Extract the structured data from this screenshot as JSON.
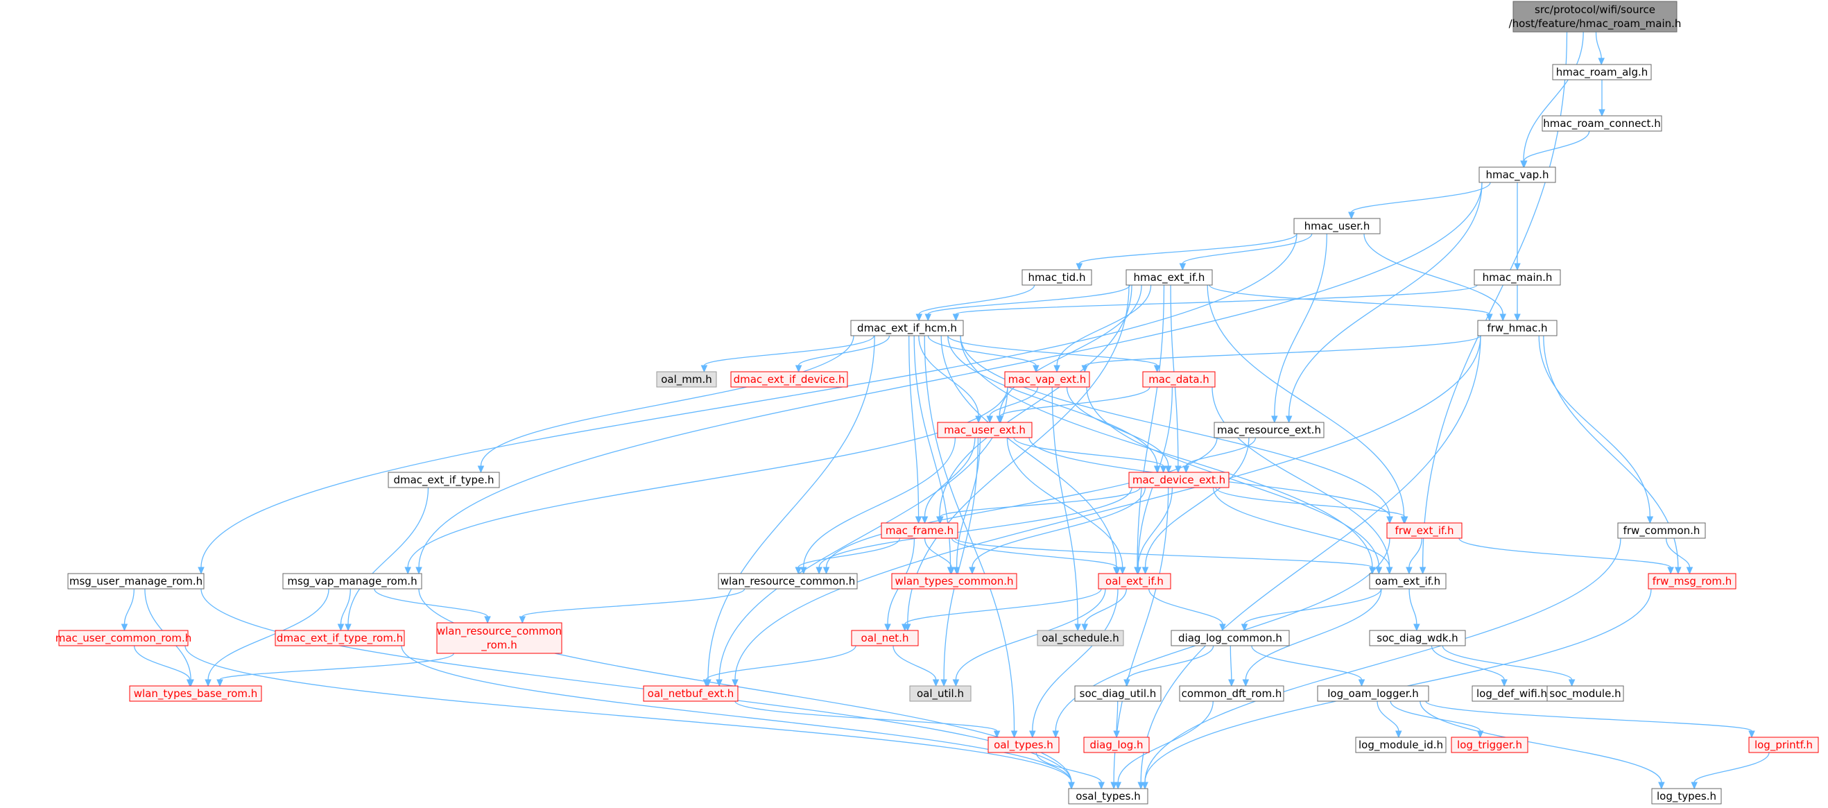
{
  "diagram": {
    "style": {
      "edge_color": "#63b8ff",
      "root_fill": "#999999",
      "root_border": "#666666",
      "normal_fill": "#ffffff",
      "normal_border": "#666666",
      "normal_text": "#000000",
      "external_fill": "#fff0f0",
      "external_border": "#ff0000",
      "external_text": "#ff0000",
      "system_fill": "#e0e0e0",
      "system_border": "#999999",
      "system_text": "#000000"
    },
    "nodes": [
      {
        "id": "root",
        "lines": [
          "src/protocol/wifi/source",
          "/host/feature/hmac_roam_main.h"
        ],
        "kind": "root"
      },
      {
        "id": "hmac_roam_alg",
        "lines": [
          "hmac_roam_alg.h"
        ],
        "kind": "normal"
      },
      {
        "id": "hmac_roam_connect",
        "lines": [
          "hmac_roam_connect.h"
        ],
        "kind": "normal"
      },
      {
        "id": "hmac_vap",
        "lines": [
          "hmac_vap.h"
        ],
        "kind": "normal"
      },
      {
        "id": "hmac_user",
        "lines": [
          "hmac_user.h"
        ],
        "kind": "normal"
      },
      {
        "id": "hmac_tid",
        "lines": [
          "hmac_tid.h"
        ],
        "kind": "normal"
      },
      {
        "id": "hmac_ext_if",
        "lines": [
          "hmac_ext_if.h"
        ],
        "kind": "normal"
      },
      {
        "id": "hmac_main",
        "lines": [
          "hmac_main.h"
        ],
        "kind": "normal"
      },
      {
        "id": "dmac_ext_if_hcm",
        "lines": [
          "dmac_ext_if_hcm.h"
        ],
        "kind": "normal"
      },
      {
        "id": "frw_hmac",
        "lines": [
          "frw_hmac.h"
        ],
        "kind": "normal"
      },
      {
        "id": "oal_mm",
        "lines": [
          "oal_mm.h"
        ],
        "kind": "system"
      },
      {
        "id": "dmac_ext_if_device",
        "lines": [
          "dmac_ext_if_device.h"
        ],
        "kind": "external"
      },
      {
        "id": "mac_vap_ext",
        "lines": [
          "mac_vap_ext.h"
        ],
        "kind": "external"
      },
      {
        "id": "mac_data",
        "lines": [
          "mac_data.h"
        ],
        "kind": "external"
      },
      {
        "id": "mac_user_ext",
        "lines": [
          "mac_user_ext.h"
        ],
        "kind": "external"
      },
      {
        "id": "mac_resource_ext",
        "lines": [
          "mac_resource_ext.h"
        ],
        "kind": "normal"
      },
      {
        "id": "dmac_ext_if_type",
        "lines": [
          "dmac_ext_if_type.h"
        ],
        "kind": "normal"
      },
      {
        "id": "mac_device_ext",
        "lines": [
          "mac_device_ext.h"
        ],
        "kind": "external"
      },
      {
        "id": "frw_common",
        "lines": [
          "frw_common.h"
        ],
        "kind": "normal"
      },
      {
        "id": "mac_frame",
        "lines": [
          "mac_frame.h"
        ],
        "kind": "external"
      },
      {
        "id": "frw_ext_if",
        "lines": [
          "frw_ext_if.h"
        ],
        "kind": "external"
      },
      {
        "id": "msg_user_manage_rom",
        "lines": [
          "msg_user_manage_rom.h"
        ],
        "kind": "normal"
      },
      {
        "id": "msg_vap_manage_rom",
        "lines": [
          "msg_vap_manage_rom.h"
        ],
        "kind": "normal"
      },
      {
        "id": "wlan_resource_common",
        "lines": [
          "wlan_resource_common.h"
        ],
        "kind": "normal"
      },
      {
        "id": "wlan_types_common",
        "lines": [
          "wlan_types_common.h"
        ],
        "kind": "external"
      },
      {
        "id": "oal_ext_if",
        "lines": [
          "oal_ext_if.h"
        ],
        "kind": "external"
      },
      {
        "id": "oam_ext_if",
        "lines": [
          "oam_ext_if.h"
        ],
        "kind": "normal"
      },
      {
        "id": "frw_msg_rom",
        "lines": [
          "frw_msg_rom.h"
        ],
        "kind": "external"
      },
      {
        "id": "mac_user_common_rom",
        "lines": [
          "mac_user_common_rom.h"
        ],
        "kind": "external"
      },
      {
        "id": "dmac_ext_if_type_rom",
        "lines": [
          "dmac_ext_if_type_rom.h"
        ],
        "kind": "external"
      },
      {
        "id": "wlan_resource_common_rom",
        "lines": [
          "wlan_resource_common",
          "_rom.h"
        ],
        "kind": "external"
      },
      {
        "id": "oal_net",
        "lines": [
          "oal_net.h"
        ],
        "kind": "external"
      },
      {
        "id": "oal_schedule",
        "lines": [
          "oal_schedule.h"
        ],
        "kind": "system"
      },
      {
        "id": "diag_log_common",
        "lines": [
          "diag_log_common.h"
        ],
        "kind": "normal"
      },
      {
        "id": "soc_diag_wdk",
        "lines": [
          "soc_diag_wdk.h"
        ],
        "kind": "normal"
      },
      {
        "id": "wlan_types_base_rom",
        "lines": [
          "wlan_types_base_rom.h"
        ],
        "kind": "external"
      },
      {
        "id": "oal_netbuf_ext",
        "lines": [
          "oal_netbuf_ext.h"
        ],
        "kind": "external"
      },
      {
        "id": "oal_util",
        "lines": [
          "oal_util.h"
        ],
        "kind": "system"
      },
      {
        "id": "soc_diag_util",
        "lines": [
          "soc_diag_util.h"
        ],
        "kind": "normal"
      },
      {
        "id": "common_dft_rom",
        "lines": [
          "common_dft_rom.h"
        ],
        "kind": "normal"
      },
      {
        "id": "log_oam_logger",
        "lines": [
          "log_oam_logger.h"
        ],
        "kind": "normal"
      },
      {
        "id": "log_def_wifi",
        "lines": [
          "log_def_wifi.h"
        ],
        "kind": "normal"
      },
      {
        "id": "soc_module",
        "lines": [
          "soc_module.h"
        ],
        "kind": "normal"
      },
      {
        "id": "diag_log",
        "lines": [
          "diag_log.h"
        ],
        "kind": "external"
      },
      {
        "id": "log_module_id",
        "lines": [
          "log_module_id.h"
        ],
        "kind": "normal"
      },
      {
        "id": "log_trigger",
        "lines": [
          "log_trigger.h"
        ],
        "kind": "external"
      },
      {
        "id": "log_printf",
        "lines": [
          "log_printf.h"
        ],
        "kind": "external"
      },
      {
        "id": "oal_types",
        "lines": [
          "oal_types.h"
        ],
        "kind": "external"
      },
      {
        "id": "osal_types",
        "lines": [
          "osal_types.h"
        ],
        "kind": "normal"
      },
      {
        "id": "log_types",
        "lines": [
          "log_types.h"
        ],
        "kind": "normal"
      }
    ],
    "edges": [
      [
        "root",
        "hmac_roam_alg"
      ],
      [
        "root",
        "hmac_vap"
      ],
      [
        "root",
        "oam_ext_if"
      ],
      [
        "hmac_roam_alg",
        "hmac_roam_connect"
      ],
      [
        "hmac_roam_connect",
        "hmac_vap"
      ],
      [
        "hmac_vap",
        "hmac_user"
      ],
      [
        "hmac_vap",
        "hmac_main"
      ],
      [
        "hmac_vap",
        "msg_vap_manage_rom"
      ],
      [
        "hmac_vap",
        "mac_resource_ext"
      ],
      [
        "hmac_user",
        "hmac_tid"
      ],
      [
        "hmac_user",
        "hmac_ext_if"
      ],
      [
        "hmac_user",
        "frw_hmac"
      ],
      [
        "hmac_user",
        "mac_resource_ext"
      ],
      [
        "hmac_user",
        "msg_user_manage_rom"
      ],
      [
        "hmac_tid",
        "dmac_ext_if_hcm"
      ],
      [
        "hmac_ext_if",
        "dmac_ext_if_hcm"
      ],
      [
        "hmac_ext_if",
        "frw_hmac"
      ],
      [
        "hmac_ext_if",
        "mac_vap_ext"
      ],
      [
        "hmac_ext_if",
        "mac_user_ext"
      ],
      [
        "hmac_ext_if",
        "mac_device_ext"
      ],
      [
        "hmac_ext_if",
        "frw_ext_if"
      ],
      [
        "hmac_ext_if",
        "oal_ext_if"
      ],
      [
        "hmac_ext_if",
        "mac_frame"
      ],
      [
        "hmac_ext_if",
        "oal_net"
      ],
      [
        "hmac_main",
        "frw_hmac"
      ],
      [
        "hmac_main",
        "dmac_ext_if_hcm"
      ],
      [
        "dmac_ext_if_hcm",
        "oal_mm"
      ],
      [
        "dmac_ext_if_hcm",
        "dmac_ext_if_device"
      ],
      [
        "dmac_ext_if_hcm",
        "mac_vap_ext"
      ],
      [
        "dmac_ext_if_hcm",
        "mac_data"
      ],
      [
        "dmac_ext_if_hcm",
        "mac_user_ext"
      ],
      [
        "dmac_ext_if_hcm",
        "dmac_ext_if_type"
      ],
      [
        "dmac_ext_if_hcm",
        "mac_frame"
      ],
      [
        "dmac_ext_if_hcm",
        "wlan_types_common"
      ],
      [
        "dmac_ext_if_hcm",
        "oal_ext_if"
      ],
      [
        "dmac_ext_if_hcm",
        "oam_ext_if"
      ],
      [
        "dmac_ext_if_hcm",
        "frw_ext_if"
      ],
      [
        "dmac_ext_if_hcm",
        "mac_device_ext"
      ],
      [
        "dmac_ext_if_hcm",
        "oal_netbuf_ext"
      ],
      [
        "dmac_ext_if_hcm",
        "oal_types"
      ],
      [
        "frw_hmac",
        "mac_vap_ext"
      ],
      [
        "frw_hmac",
        "frw_common"
      ],
      [
        "frw_hmac",
        "frw_msg_rom"
      ],
      [
        "frw_hmac",
        "osal_types"
      ],
      [
        "frw_hmac",
        "oal_netbuf_ext"
      ],
      [
        "mac_vap_ext",
        "mac_user_ext"
      ],
      [
        "mac_vap_ext",
        "mac_device_ext"
      ],
      [
        "mac_vap_ext",
        "msg_vap_manage_rom"
      ],
      [
        "mac_vap_ext",
        "oal_netbuf_ext"
      ],
      [
        "mac_vap_ext",
        "oam_ext_if"
      ],
      [
        "mac_vap_ext",
        "oal_schedule"
      ],
      [
        "mac_data",
        "mac_user_ext"
      ],
      [
        "mac_data",
        "oal_ext_if"
      ],
      [
        "mac_data",
        "oam_ext_if"
      ],
      [
        "mac_user_ext",
        "mac_device_ext"
      ],
      [
        "mac_user_ext",
        "mac_frame"
      ],
      [
        "mac_user_ext",
        "wlan_types_common"
      ],
      [
        "mac_user_ext",
        "oal_ext_if"
      ],
      [
        "mac_user_ext",
        "frw_ext_if"
      ],
      [
        "mac_user_ext",
        "wlan_resource_common"
      ],
      [
        "mac_user_ext",
        "oal_util"
      ],
      [
        "mac_resource_ext",
        "mac_device_ext"
      ],
      [
        "mac_resource_ext",
        "oal_ext_if"
      ],
      [
        "mac_resource_ext",
        "wlan_resource_common"
      ],
      [
        "dmac_ext_if_type",
        "dmac_ext_if_type_rom"
      ],
      [
        "mac_device_ext",
        "mac_frame"
      ],
      [
        "mac_device_ext",
        "wlan_types_common"
      ],
      [
        "mac_device_ext",
        "oal_ext_if"
      ],
      [
        "mac_device_ext",
        "oam_ext_if"
      ],
      [
        "mac_device_ext",
        "frw_ext_if"
      ],
      [
        "mac_device_ext",
        "wlan_resource_common"
      ],
      [
        "mac_device_ext",
        "osal_types"
      ],
      [
        "frw_common",
        "frw_msg_rom"
      ],
      [
        "frw_common",
        "osal_types"
      ],
      [
        "mac_frame",
        "wlan_resource_common"
      ],
      [
        "mac_frame",
        "wlan_types_common"
      ],
      [
        "mac_frame",
        "oal_ext_if"
      ],
      [
        "mac_frame",
        "oam_ext_if"
      ],
      [
        "mac_frame",
        "oal_net"
      ],
      [
        "frw_ext_if",
        "oam_ext_if"
      ],
      [
        "frw_ext_if",
        "frw_msg_rom"
      ],
      [
        "frw_ext_if",
        "oal_types"
      ],
      [
        "msg_user_manage_rom",
        "mac_user_common_rom"
      ],
      [
        "msg_user_manage_rom",
        "wlan_types_base_rom"
      ],
      [
        "msg_user_manage_rom",
        "osal_types"
      ],
      [
        "msg_vap_manage_rom",
        "dmac_ext_if_type_rom"
      ],
      [
        "msg_vap_manage_rom",
        "wlan_resource_common_rom"
      ],
      [
        "msg_vap_manage_rom",
        "wlan_types_base_rom"
      ],
      [
        "msg_vap_manage_rom",
        "osal_types"
      ],
      [
        "wlan_resource_common",
        "wlan_resource_common_rom"
      ],
      [
        "oal_ext_if",
        "oal_net"
      ],
      [
        "oal_ext_if",
        "oal_schedule"
      ],
      [
        "oal_ext_if",
        "diag_log_common"
      ],
      [
        "oal_ext_if",
        "oal_util"
      ],
      [
        "oal_ext_if",
        "oal_types"
      ],
      [
        "oam_ext_if",
        "diag_log_common"
      ],
      [
        "oam_ext_if",
        "soc_diag_wdk"
      ],
      [
        "oam_ext_if",
        "common_dft_rom"
      ],
      [
        "frw_msg_rom",
        "osal_types"
      ],
      [
        "mac_user_common_rom",
        "wlan_types_base_rom"
      ],
      [
        "mac_user_common_rom",
        "osal_types"
      ],
      [
        "dmac_ext_if_type_rom",
        "osal_types"
      ],
      [
        "wlan_resource_common_rom",
        "wlan_types_base_rom"
      ],
      [
        "oal_net",
        "oal_util"
      ],
      [
        "oal_net",
        "oal_netbuf_ext"
      ],
      [
        "diag_log_common",
        "soc_diag_util"
      ],
      [
        "diag_log_common",
        "common_dft_rom"
      ],
      [
        "diag_log_common",
        "log_oam_logger"
      ],
      [
        "soc_diag_wdk",
        "log_def_wifi"
      ],
      [
        "soc_diag_wdk",
        "soc_module"
      ],
      [
        "oal_netbuf_ext",
        "oal_types"
      ],
      [
        "soc_diag_util",
        "diag_log"
      ],
      [
        "common_dft_rom",
        "osal_types"
      ],
      [
        "log_oam_logger",
        "log_module_id"
      ],
      [
        "log_oam_logger",
        "log_trigger"
      ],
      [
        "log_oam_logger",
        "log_printf"
      ],
      [
        "log_oam_logger",
        "log_types"
      ],
      [
        "log_printf",
        "log_types"
      ],
      [
        "oal_types",
        "osal_types"
      ]
    ]
  }
}
